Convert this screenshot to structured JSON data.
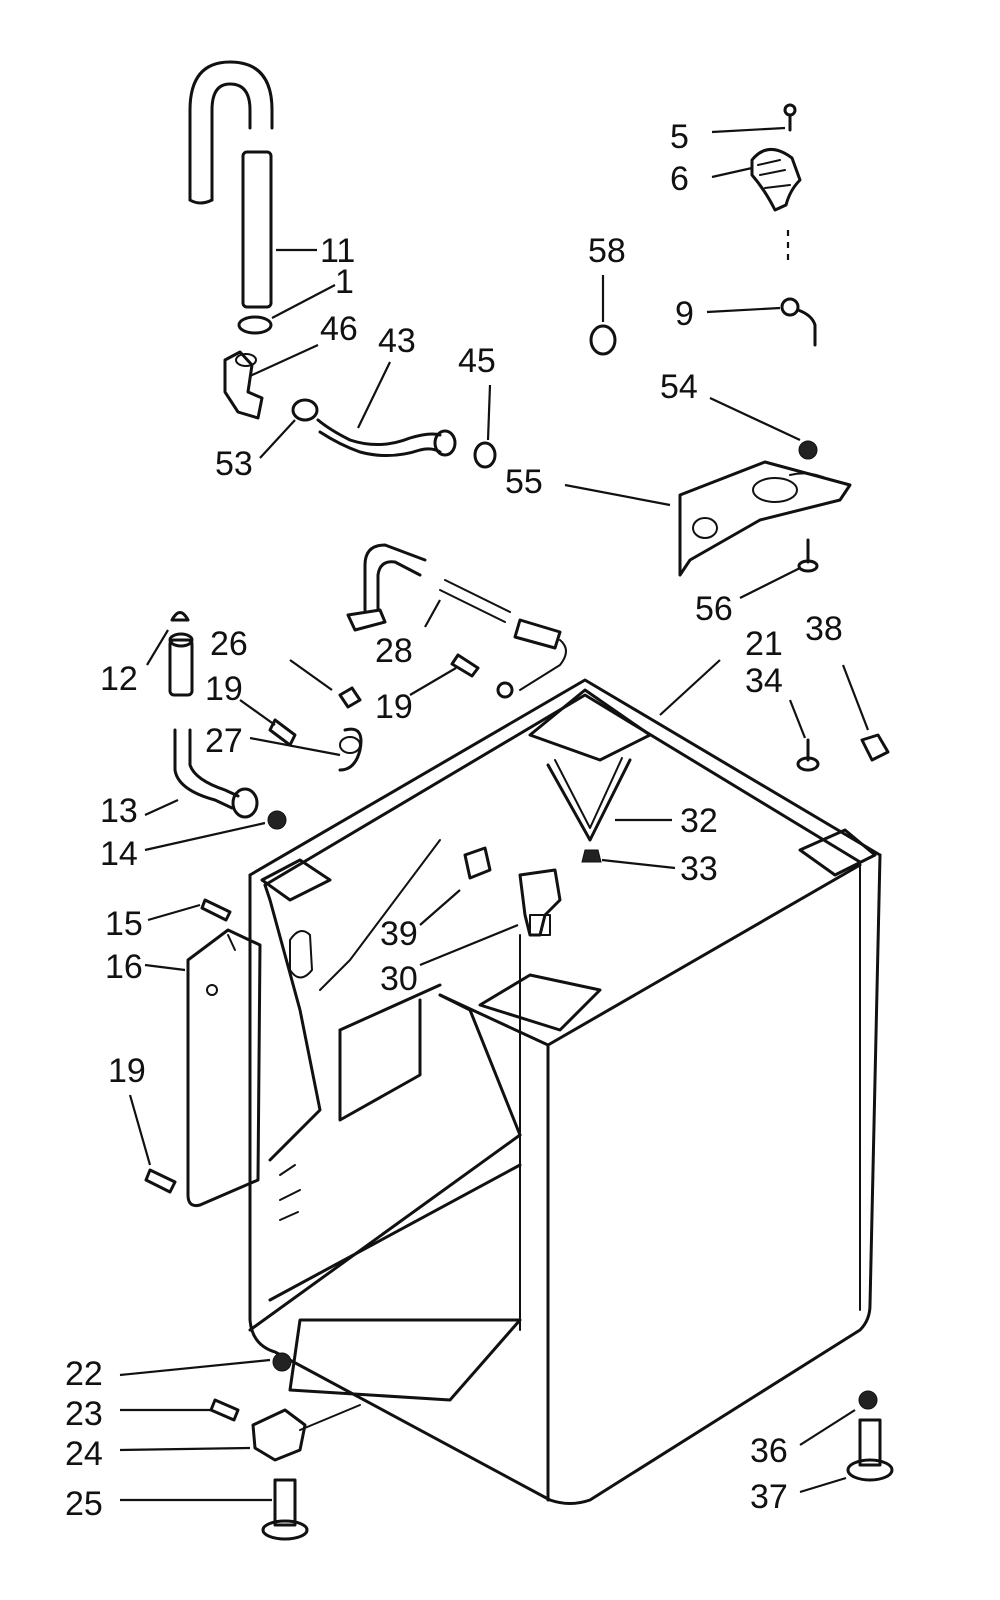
{
  "diagram": {
    "callouts": [
      {
        "id": "c5",
        "text": "5"
      },
      {
        "id": "c6",
        "text": "6"
      },
      {
        "id": "c11",
        "text": "11"
      },
      {
        "id": "c1",
        "text": "1"
      },
      {
        "id": "c58",
        "text": "58"
      },
      {
        "id": "c9",
        "text": "9"
      },
      {
        "id": "c46",
        "text": "46"
      },
      {
        "id": "c43",
        "text": "43"
      },
      {
        "id": "c45",
        "text": "45"
      },
      {
        "id": "c54",
        "text": "54"
      },
      {
        "id": "c53",
        "text": "53"
      },
      {
        "id": "c55",
        "text": "55"
      },
      {
        "id": "c56",
        "text": "56"
      },
      {
        "id": "c21",
        "text": "21"
      },
      {
        "id": "c34",
        "text": "34"
      },
      {
        "id": "c38",
        "text": "38"
      },
      {
        "id": "c12",
        "text": "12"
      },
      {
        "id": "c26",
        "text": "26"
      },
      {
        "id": "c28",
        "text": "28"
      },
      {
        "id": "c19a",
        "text": "19"
      },
      {
        "id": "c19b",
        "text": "19"
      },
      {
        "id": "c27",
        "text": "27"
      },
      {
        "id": "c13",
        "text": "13"
      },
      {
        "id": "c14",
        "text": "14"
      },
      {
        "id": "c32",
        "text": "32"
      },
      {
        "id": "c33",
        "text": "33"
      },
      {
        "id": "c15",
        "text": "15"
      },
      {
        "id": "c16",
        "text": "16"
      },
      {
        "id": "c39",
        "text": "39"
      },
      {
        "id": "c30",
        "text": "30"
      },
      {
        "id": "c19c",
        "text": "19"
      },
      {
        "id": "c22",
        "text": "22"
      },
      {
        "id": "c23",
        "text": "23"
      },
      {
        "id": "c24",
        "text": "24"
      },
      {
        "id": "c25",
        "text": "25"
      },
      {
        "id": "c36",
        "text": "36"
      },
      {
        "id": "c37",
        "text": "37"
      }
    ]
  }
}
